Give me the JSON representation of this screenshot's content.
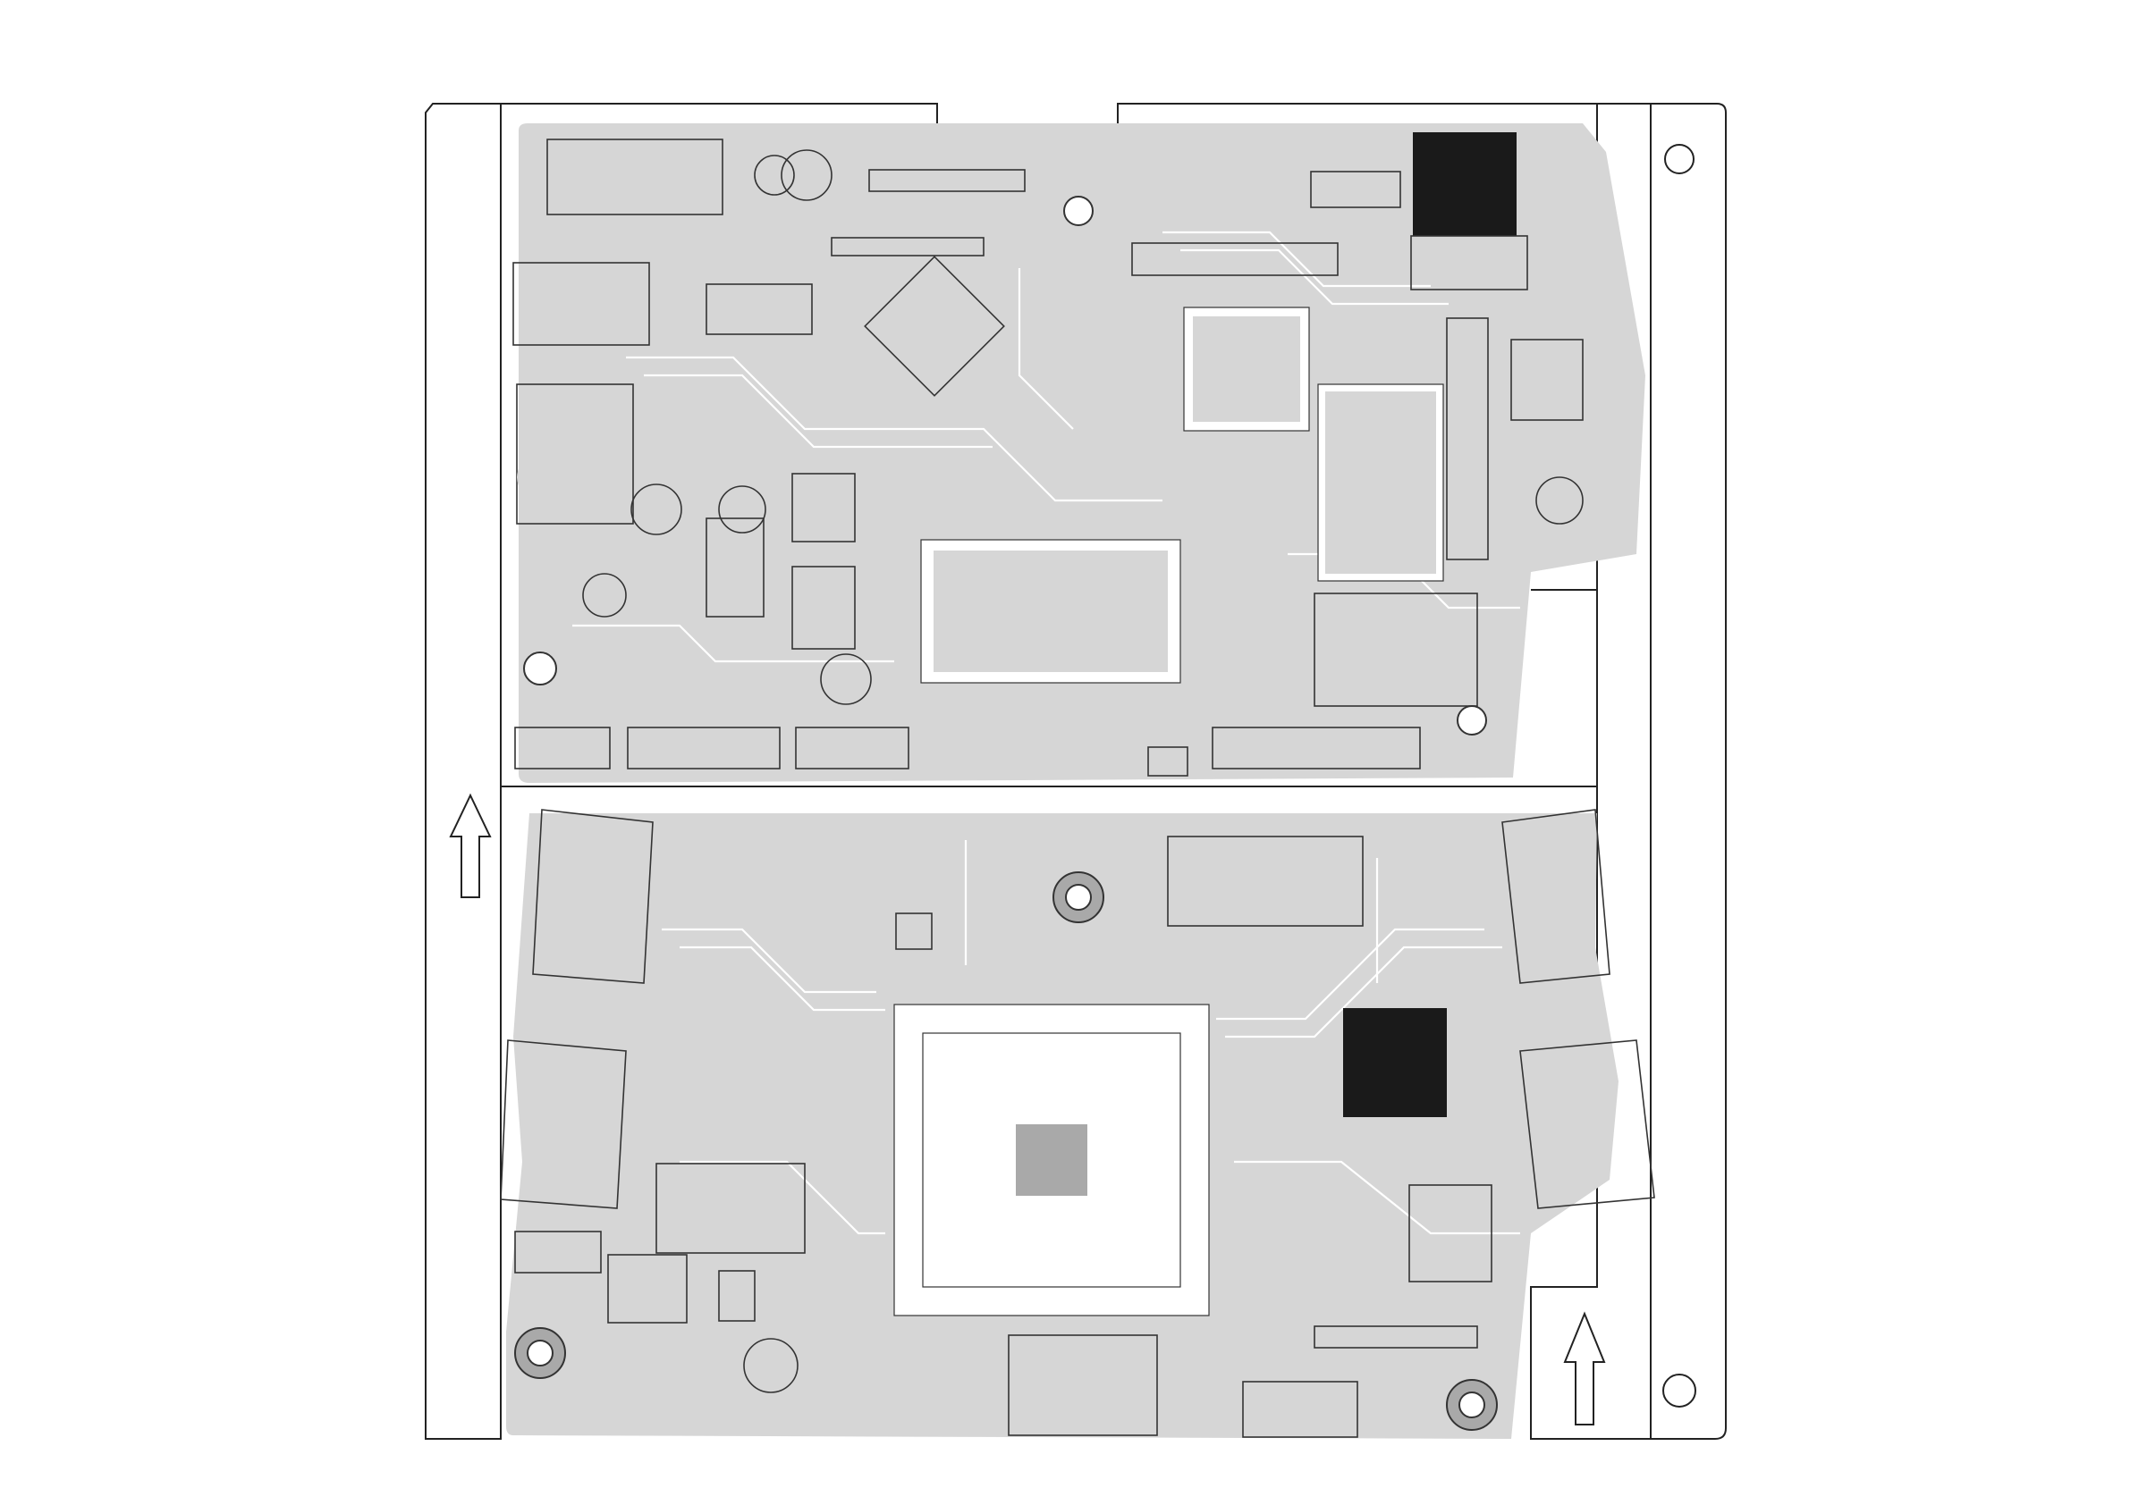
{
  "diagram": {
    "kind": "pcb-layout",
    "boards": [
      "upper-board",
      "lower-board"
    ],
    "arrow_count": 2,
    "colors": {
      "copper": "#d6d6d6",
      "silkscreen": "#222222",
      "ic_fill": "#1a1a1a",
      "background": "#ffffff"
    }
  }
}
